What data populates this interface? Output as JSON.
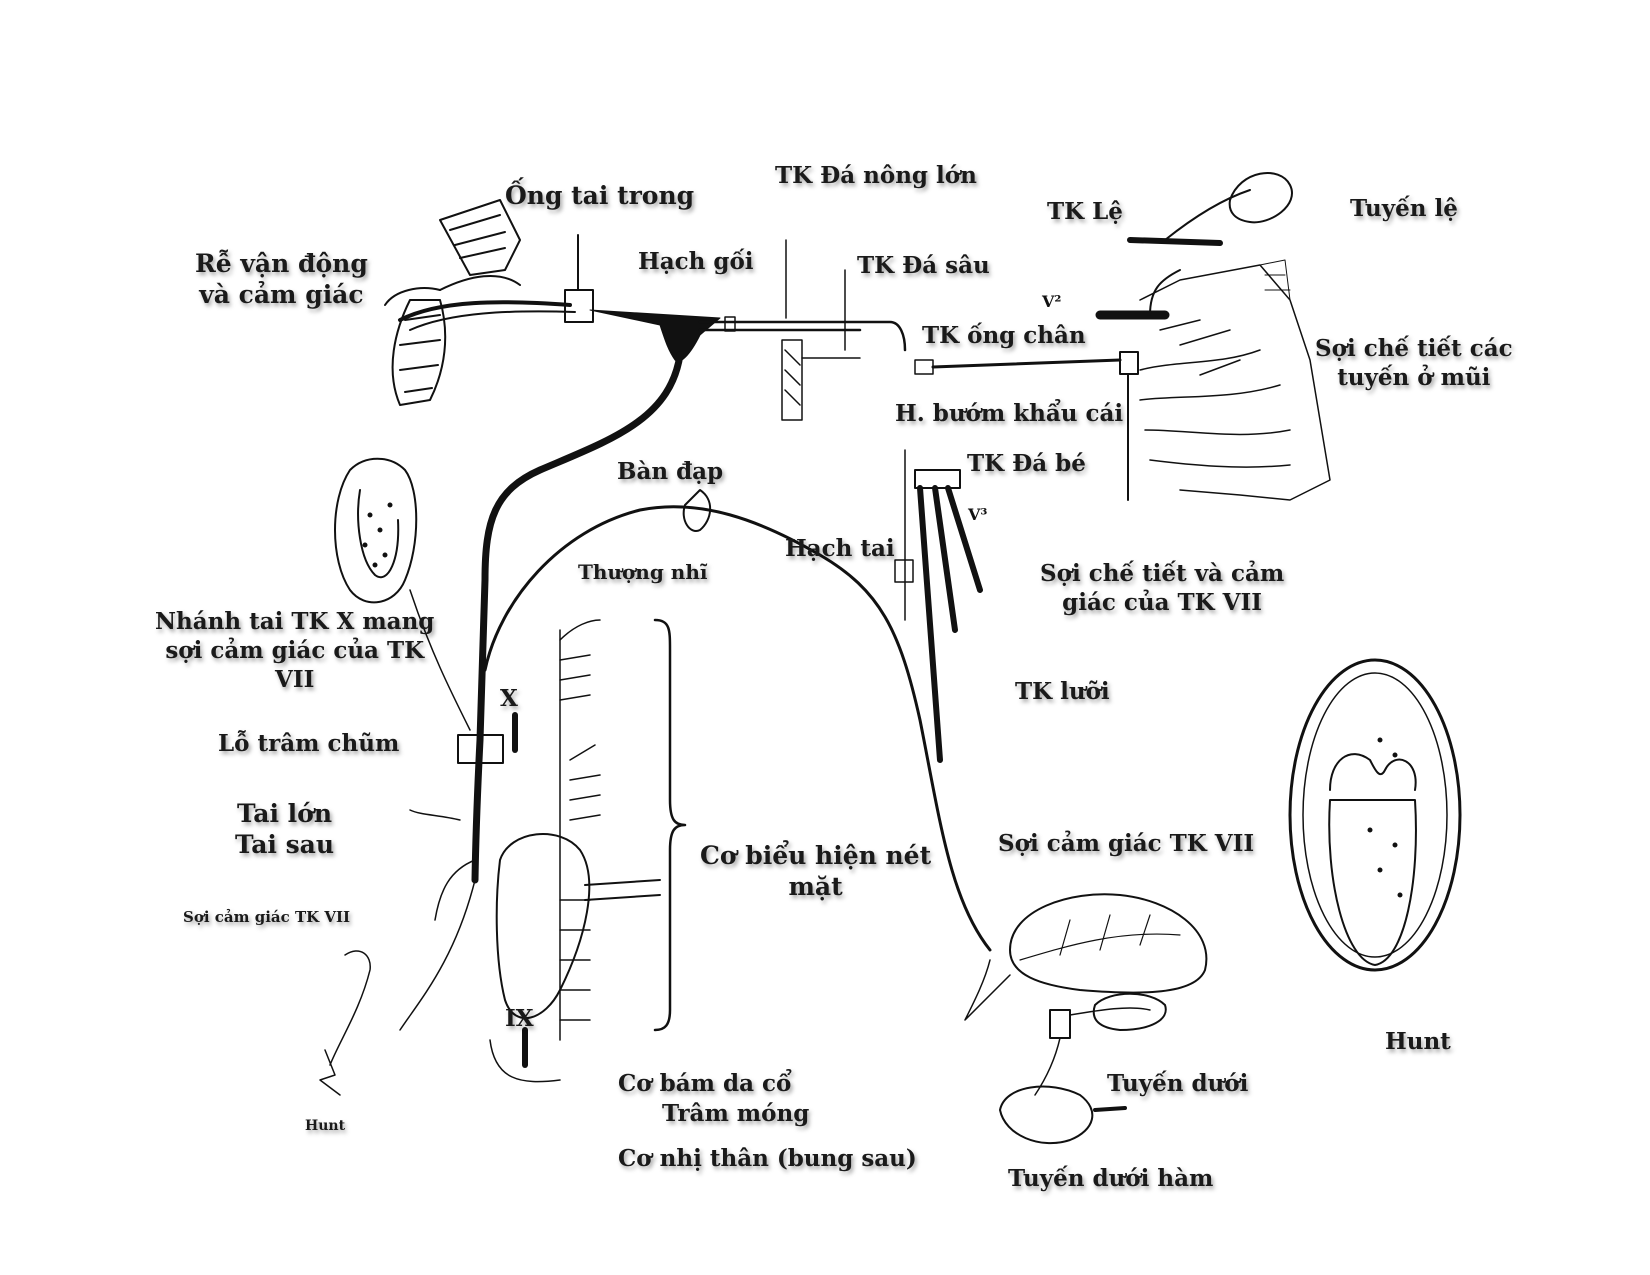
{
  "diagram": {
    "labels": {
      "ong_tai_trong": "Ống tai trong",
      "tk_da_nong_lon": "TK Đá nông lớn",
      "tk_le": "TK Lệ",
      "tuyen_le": "Tuyến lệ",
      "re_van_dong_1": "Rễ vận động",
      "re_van_dong_2": "và cảm giác",
      "hach_goi": "Hạch gối",
      "tk_da_sau": "TK Đá sâu",
      "tk_ong_chan": "TK ống chân",
      "soi_che_tiet_mui_1": "Sợi chế tiết các",
      "soi_che_tiet_mui_2": "tuyến ở mũi",
      "h_buom_khau_cai": "H. bướm khẩu cái",
      "tk_da_be": "TK Đá bé",
      "ban_dap": "Bàn đạp",
      "thuong_nhi": "Thượng nhĩ",
      "hach_tai": "Hạch tai",
      "soi_che_tiet_cam_giac_1": "Sợi chế tiết và cảm",
      "soi_che_tiet_cam_giac_2": "giác của TK VII",
      "nhanh_tai_1": "Nhánh tai TK X mang",
      "nhanh_tai_2": "sợi cảm giác của TK",
      "nhanh_tai_3": "VII",
      "tk_luoi": "TK lưỡi",
      "lo_tram_chum": "Lỗ trâm chũm",
      "tai_lon": "Tai lớn",
      "tai_sau": "Tai sau",
      "co_bieu_hien_1": "Cơ biểu hiện nét",
      "co_bieu_hien_2": "mặt",
      "soi_cam_giac_tk7_right": "Sợi cảm giác TK VII",
      "soi_cam_giac_tk7_left": "Sợi cảm giác TK VII",
      "hunt_right": "Hunt",
      "hunt_left": "Hunt",
      "co_bam_da_co": "Cơ bám da cổ",
      "tram_mong": "Trâm móng",
      "co_nhi_than": "Cơ nhị thân (bung sau)",
      "tuyen_duoi": "Tuyến dưới",
      "tuyen_duoi_ham": "Tuyến dưới hàm",
      "marker_x": "X",
      "marker_ix": "IX",
      "marker_v2": "V²",
      "marker_v3": "V³"
    }
  }
}
